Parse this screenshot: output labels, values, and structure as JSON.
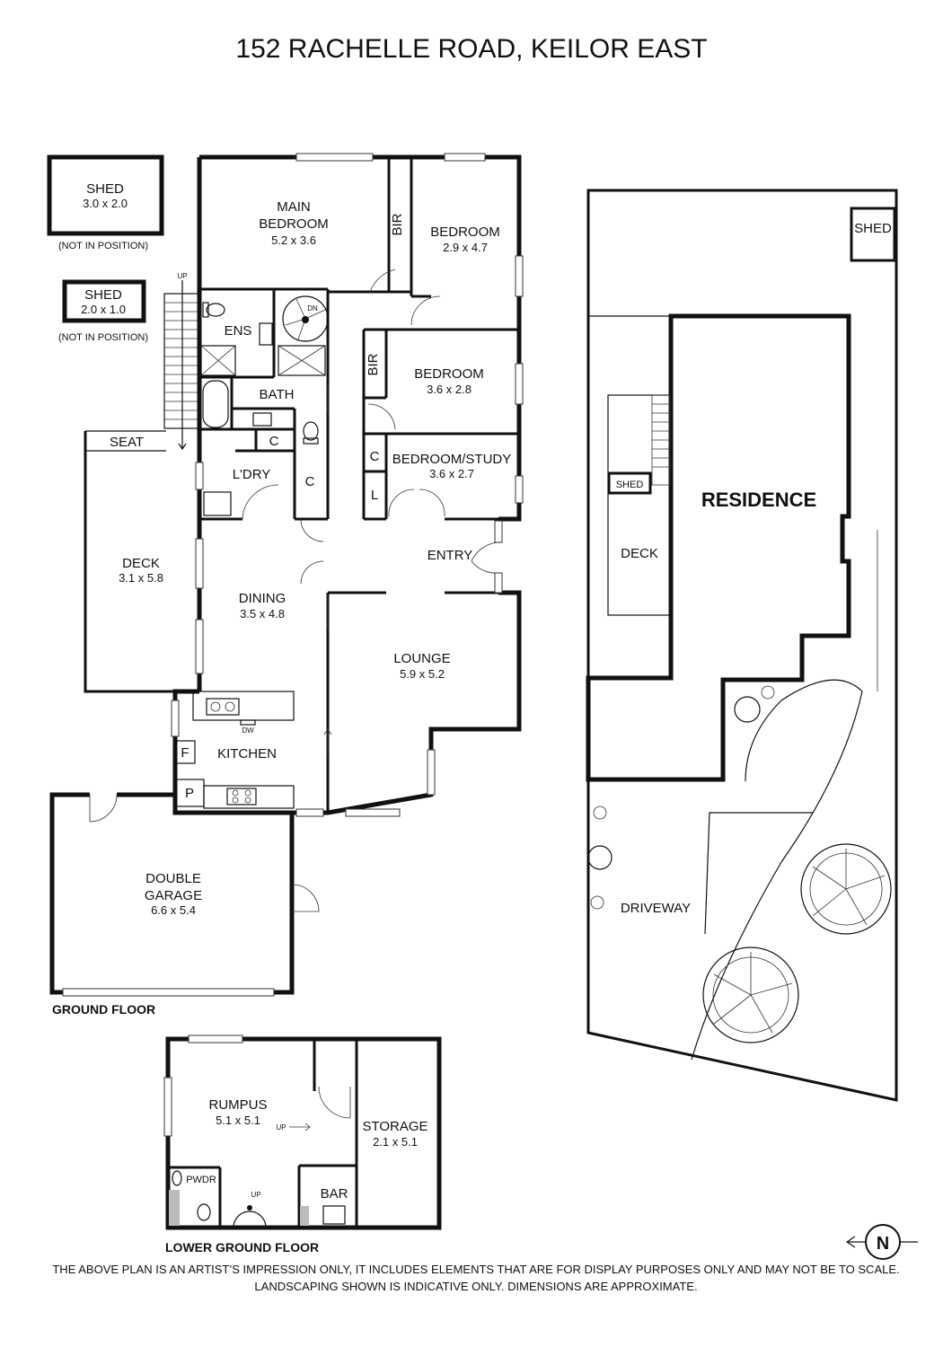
{
  "title": "152 RACHELLE ROAD, KEILOR EAST",
  "sheds": [
    {
      "label": "SHED",
      "dims": "3.0 x 2.0",
      "note": "(NOT IN POSITION)"
    },
    {
      "label": "SHED",
      "dims": "2.0 x 1.0",
      "note": "(NOT IN POSITION)"
    }
  ],
  "ground_floor": {
    "label": "GROUND FLOOR",
    "rooms": {
      "main_bedroom": {
        "name_line1": "MAIN",
        "name_line2": "BEDROOM",
        "dims": "5.2 x 3.6"
      },
      "bedroom1": {
        "name": "BEDROOM",
        "dims": "2.9 x 4.7"
      },
      "bedroom2": {
        "name": "BEDROOM",
        "dims": "3.6 x 2.8"
      },
      "study": {
        "name": "BEDROOM/STUDY",
        "dims": "3.6 x 2.7"
      },
      "ens": {
        "name": "ENS"
      },
      "bath": {
        "name": "BATH"
      },
      "laundry": {
        "name": "L'DRY"
      },
      "deck": {
        "name": "DECK",
        "dims": "3.1 x 5.8"
      },
      "seat": {
        "name": "SEAT"
      },
      "dining": {
        "name": "DINING",
        "dims": "3.5 x 4.8"
      },
      "lounge": {
        "name": "LOUNGE",
        "dims": "5.9 x 5.2"
      },
      "entry": {
        "name": "ENTRY"
      },
      "kitchen": {
        "name": "KITCHEN"
      },
      "garage": {
        "name_line1": "DOUBLE",
        "name_line2": "GARAGE",
        "dims": "6.6 x 5.4"
      }
    },
    "fixtures": {
      "bir": "BIR",
      "c": "C",
      "l": "L",
      "f": "F",
      "p": "P",
      "dw": "DW",
      "up": "UP",
      "dn": "DN"
    }
  },
  "lower_ground_floor": {
    "label": "LOWER GROUND FLOOR",
    "rooms": {
      "rumpus": {
        "name": "RUMPUS",
        "dims": "5.1 x 5.1"
      },
      "storage": {
        "name": "STORAGE",
        "dims": "2.1 x 5.1"
      },
      "bar": {
        "name": "BAR"
      },
      "pwdr": {
        "name": "PWDR"
      }
    },
    "fixtures": {
      "up": "UP"
    }
  },
  "site_plan": {
    "shed": "SHED",
    "shed_small": "SHED",
    "residence": "RESIDENCE",
    "deck": "DECK",
    "driveway": "DRIVEWAY"
  },
  "compass": {
    "label": "N"
  },
  "disclaimer": {
    "line1": "THE ABOVE PLAN IS AN ARTIST’S IMPRESSION ONLY, IT INCLUDES ELEMENTS THAT ARE FOR DISPLAY PURPOSES ONLY AND MAY NOT BE TO SCALE.",
    "line2": "LANDSCAPING SHOWN IS INDICATIVE ONLY. DIMENSIONS ARE APPROXIMATE."
  }
}
